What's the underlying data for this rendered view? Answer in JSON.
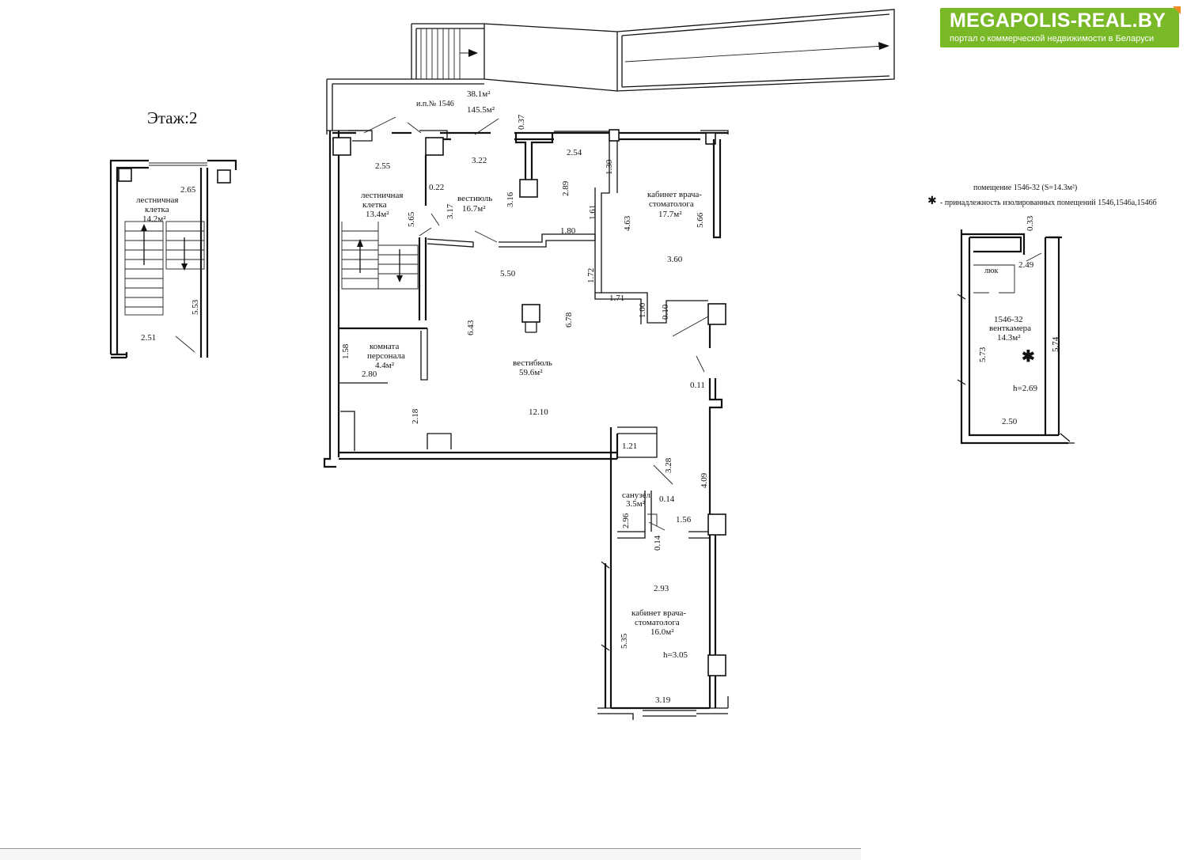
{
  "header": {
    "logo_brand": "MEGAPOLIS-REAL.BY",
    "logo_tagline": "портал о коммерческой недвижимости в Беларуси",
    "logo_color": "#79b928",
    "logo_accent": "#f08a24"
  },
  "floor": {
    "title": "Этаж:2"
  },
  "legend": {
    "room_area": "помещение 1546-32 (S=14.3м²)",
    "note_star": "✱",
    "note_text": "- принадлежность изолированных помещений 1546,1546а,1546б"
  },
  "main_block": {
    "number": "и.п.№ 1546",
    "area_1": "38.1м²",
    "area_2": "145.5м²"
  },
  "rooms": {
    "stair_left": {
      "name_1": "лестничная",
      "name_2": "клетка",
      "area": "14.2м²"
    },
    "stair_main": {
      "name_1": "лестничная",
      "name_2": "клетка",
      "area": "13.4м²"
    },
    "vestibule_small": {
      "name": "вестиюль",
      "area": "16.7м²"
    },
    "dentist_1": {
      "name_1": "кабинет врача-",
      "name_2": "стоматолога",
      "area": "17.7м²"
    },
    "staff": {
      "name_1": "комната",
      "name_2": "персонала",
      "area": "4.4м²"
    },
    "vestibule": {
      "name": "вестибюль",
      "area": "59.6м²"
    },
    "wc": {
      "name": "санузел",
      "area": "3.5м²"
    },
    "dentist_2": {
      "name_1": "кабинет врача-",
      "name_2": "стоматолога",
      "area": "16.0м²",
      "height": "h=3.05"
    },
    "vent": {
      "label_lyuk": "люк",
      "number": "1546-32",
      "name": "венткамера",
      "area": "14.3м²",
      "star": "✱",
      "height": "h=2.69"
    }
  },
  "dimensions": {
    "d265": "2.65",
    "d553": "5.53",
    "d251": "2.51",
    "d255": "2.55",
    "d565": "5.65",
    "d022": "0.22",
    "d317": "3.17",
    "d322": "3.22",
    "d316": "3.16",
    "d037": "0.37",
    "d289": "2.89",
    "d254": "2.54",
    "d130": "1.30",
    "d161": "1.61",
    "d180": "1.80",
    "d463": "4.63",
    "d566": "5.66",
    "d360": "3.60",
    "d172": "1.72",
    "d171": "1.71",
    "d100": "1.00",
    "d010": "0.10",
    "d550": "5.50",
    "d643": "6.43",
    "d678": "6.78",
    "d158": "1.58",
    "d280": "2.80",
    "d218": "2.18",
    "d1210": "12.10",
    "d011": "0.11",
    "d121": "1.21",
    "d328": "3.28",
    "d409": "4.09",
    "d014a": "0.14",
    "d296": "2.96",
    "d156": "1.56",
    "d014b": "0.14",
    "d293": "2.93",
    "d535": "5.35",
    "d319": "3.19",
    "v033": "0.33",
    "v249": "2.49",
    "v573": "5.73",
    "v574": "5.74",
    "v250": "2.50"
  }
}
